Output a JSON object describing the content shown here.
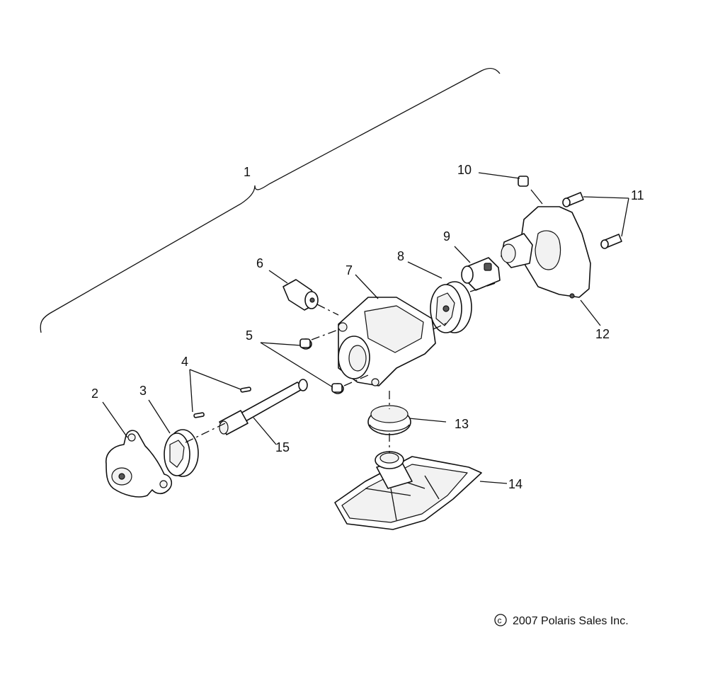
{
  "diagram": {
    "callouts": {
      "c1": "1",
      "c2": "2",
      "c3": "3",
      "c4": "4",
      "c5": "5",
      "c6": "6",
      "c7": "7",
      "c8": "8",
      "c9": "9",
      "c10": "10",
      "c11": "11",
      "c12": "12",
      "c13": "13",
      "c14": "14",
      "c15": "15"
    },
    "copyright": {
      "symbol": "c",
      "text": "2007 Polaris Sales Inc."
    }
  }
}
